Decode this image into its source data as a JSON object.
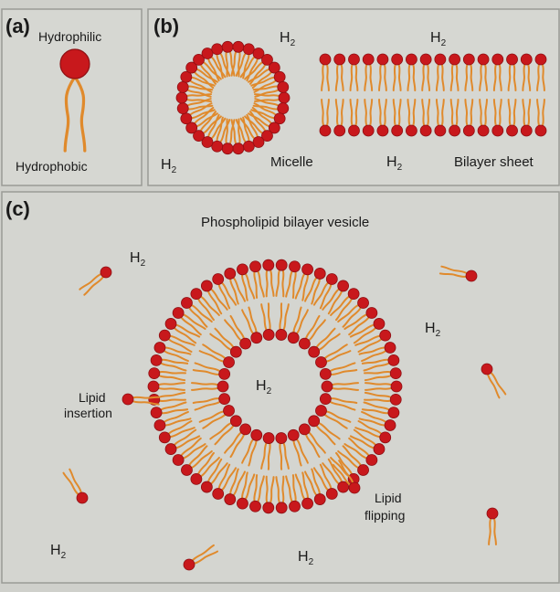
{
  "panels": {
    "a": "(a)",
    "b": "(b)",
    "c": "(c)"
  },
  "labels": {
    "hydrophilic": "Hydrophilic",
    "hydrophobic": "Hydrophobic",
    "water_main": "H",
    "water_sub": "2",
    "micelle": "Micelle",
    "bilayer_sheet": "Bilayer sheet",
    "vesicle": "Phospholipid bilayer vesicle",
    "lipid_insertion_1": "Lipid",
    "lipid_insertion_2": "insertion",
    "lipid_flipping_1": "Lipid",
    "lipid_flipping_2": "flipping"
  },
  "colors": {
    "head": "#c8181c",
    "head_stroke": "#8d0f13",
    "tail": "#e08a2c",
    "background": "#cfd0cb"
  }
}
